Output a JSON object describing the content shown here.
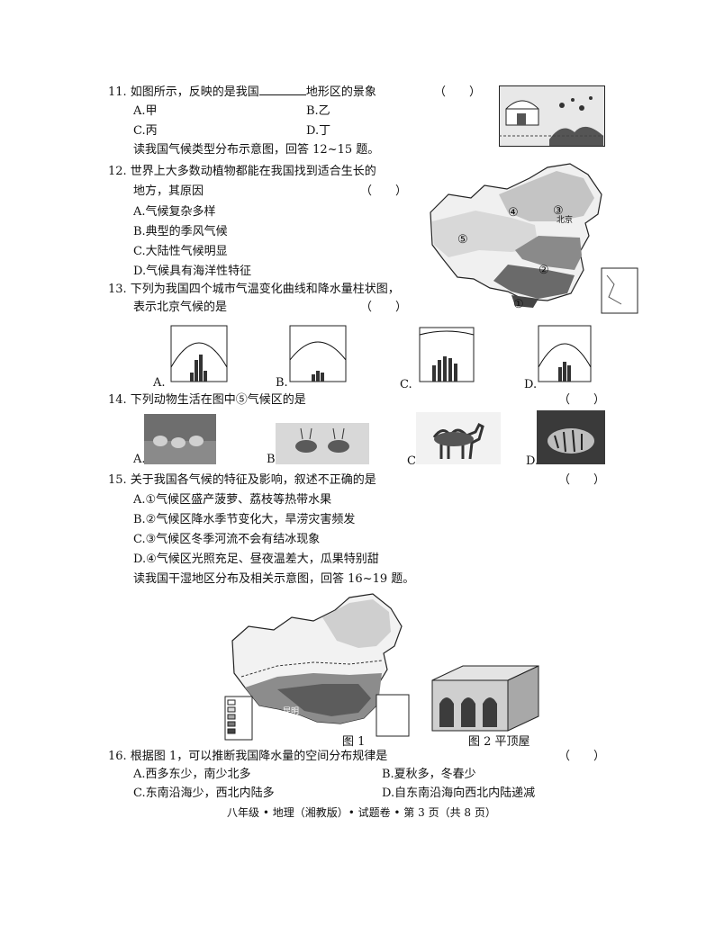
{
  "q11": {
    "stem_a": "11. 如图所示，反映的是我国",
    "stem_b": "地形区的景象",
    "paren": "（　　）",
    "options": [
      "A.甲",
      "B.乙",
      "C.丙",
      "D.丁"
    ]
  },
  "read1": "读我国气候类型分布示意图，回答 12~15 题。",
  "q12": {
    "stem1": "12. 世界上大多数动植物都能在我国找到适合生长的",
    "stem2": "地方，其原因",
    "paren": "（　　）",
    "options": [
      "A.气候复杂多样",
      "B.典型的季风气候",
      "C.大陆性气候明显",
      "D.气候具有海洋性特征"
    ]
  },
  "map1": {
    "labels": [
      "④",
      "③",
      "⑤",
      "②",
      "①"
    ],
    "city": "北京"
  },
  "q13": {
    "stem1": "13. 下列为我国四个城市气温变化曲线和降水量柱状图，",
    "stem2": "表示北京气候的是",
    "paren": "（　　）",
    "options": [
      "A.",
      "B.",
      "C.",
      "D."
    ]
  },
  "q14": {
    "stem": "14. 下列动物生活在图中⑤气候区的是",
    "paren": "（　　）",
    "options": [
      "A.",
      "B.",
      "C.",
      "D."
    ]
  },
  "q15": {
    "stem": "15. 关于我国各气候的特征及影响，叙述不正确的是",
    "paren": "（　　）",
    "options": [
      "A.①气候区盛产菠萝、荔枝等热带水果",
      "B.②气候区降水季节变化大，旱涝灾害频发",
      "C.③气候区冬季河流不会有结冰现象",
      "D.④气候区光照充足、昼夜温差大，瓜果特别甜"
    ]
  },
  "read2": "读我国干湿地区分布及相关示意图，回答 16~19 题。",
  "fig1_caption": "图 1",
  "fig2_caption": "图 2  平顶屋",
  "fig1_city": "昆明",
  "q16": {
    "stem": "16. 根据图 1，可以推断我国降水量的空间分布规律是",
    "paren": "（　　）",
    "options": [
      "A.西多东少，南少北多",
      "B.夏秋多，冬春少",
      "C.东南沿海少，西北内陆多",
      "D.自东南沿海向西北内陆递减"
    ]
  },
  "footer": "八年级 • 地理（湘教版）• 试题卷 • 第 3 页（共 8 页）"
}
